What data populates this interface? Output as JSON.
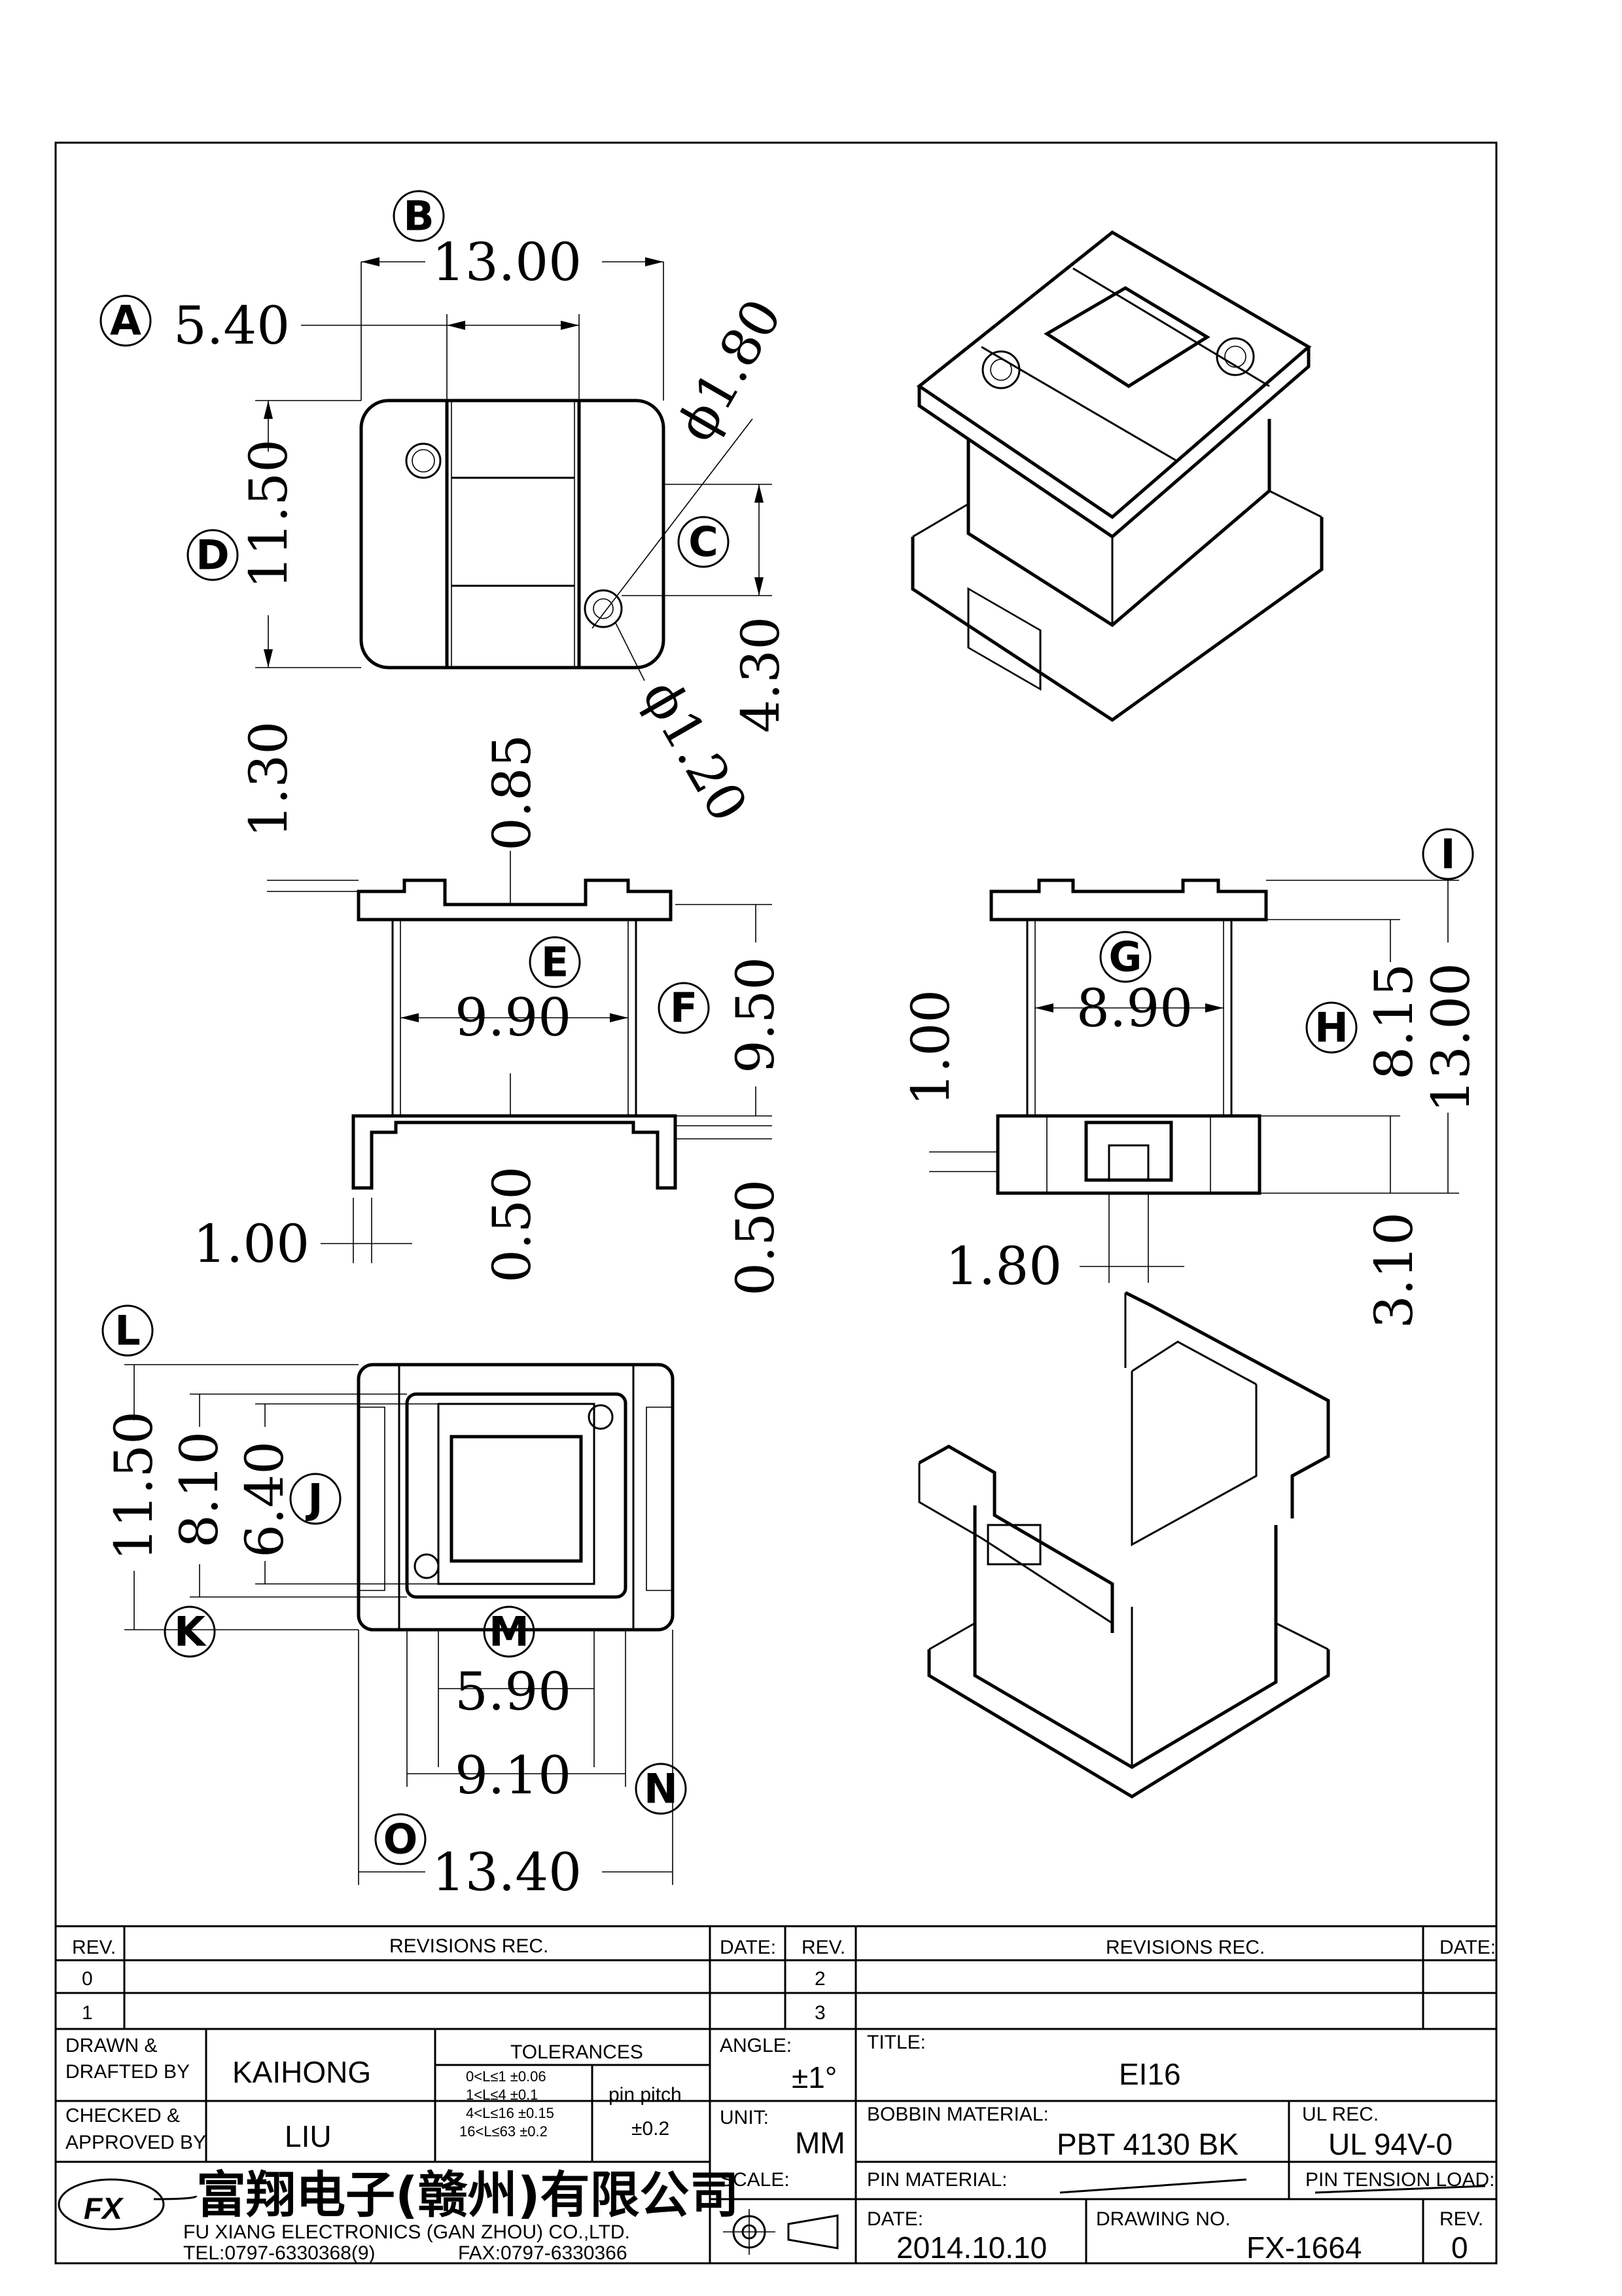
{
  "dimensions": {
    "top_width": "13.00",
    "top_slot": "5.40",
    "top_height": "11.50",
    "top_pin_offset": "4.30",
    "hole_large": "ϕ1.80",
    "hole_small": "ϕ1.20",
    "front_tab": "1.30",
    "front_tab_small": "0.85",
    "front_inner": "9.90",
    "front_height": "9.50",
    "front_base_a": "0.50",
    "front_base_b": "0.50",
    "front_foot": "1.00",
    "side_inner": "8.90",
    "side_height": "8.15",
    "side_total": "13.00",
    "side_step": "1.00",
    "side_slot": "1.80",
    "side_base": "3.10",
    "bottom_height": "11.50",
    "bottom_inner": "8.10",
    "bottom_window": "6.40",
    "bottom_w1": "5.90",
    "bottom_w2": "9.10",
    "bottom_w3": "13.40"
  },
  "labels": [
    "A",
    "B",
    "C",
    "D",
    "E",
    "F",
    "G",
    "H",
    "I",
    "J",
    "K",
    "L",
    "M",
    "N",
    "O"
  ],
  "title_block": {
    "rev_header": "REV.",
    "revisions_rec": "REVISIONS   REC.",
    "date_header": "DATE:",
    "rev_header_2": "REV.",
    "rev_rows_left": [
      "0",
      "1"
    ],
    "rev_rows_right": [
      "2",
      "3"
    ],
    "drawn_label_1": "DRAWN  &",
    "drawn_label_2": "DRAFTED  BY",
    "drawn_by": "KAIHONG",
    "checked_label_1": "CHECKED  &",
    "checked_label_2": "APPROVED  BY",
    "checked_by": "LIU",
    "tolerances_title": "TOLERANCES",
    "tolerance_rows": [
      "0<L≤1    ±0.06",
      "1<L≤4    ±0.1",
      "4<L≤16  ±0.15",
      "16<L≤63  ±0.2"
    ],
    "pin_pitch_label": "pin  pitch",
    "pin_pitch_value": "±0.2",
    "angle_label": "ANGLE:",
    "angle_value": "±1°",
    "unit_label": "UNIT:",
    "unit_value": "MM",
    "scale_label": "SCALE:",
    "title_label": "TITLE:",
    "title_value": "EI16",
    "bobbin_label": "BOBBIN  MATERIAL:",
    "bobbin_value": "PBT  4130  BK",
    "ul_label": "UL  REC.",
    "ul_value": "UL  94V-0",
    "pin_material_label": "PIN  MATERIAL:",
    "pin_tension_label": "PIN  TENSION  LOAD:",
    "date_label": "DATE:",
    "date_value": "2014.10.10",
    "drawing_no_label": "DRAWING  NO.",
    "drawing_no_value": "FX-1664",
    "rev_label": "REV.",
    "rev_value": "0",
    "company_cn": "富翔电子(赣州)有限公司",
    "company_en": "FU  XIANG  ELECTRONICS  (GAN  ZHOU)  CO.,LTD.",
    "tel": "TEL:0797-6330368(9)",
    "fax": "FAX:0797-6330366"
  }
}
